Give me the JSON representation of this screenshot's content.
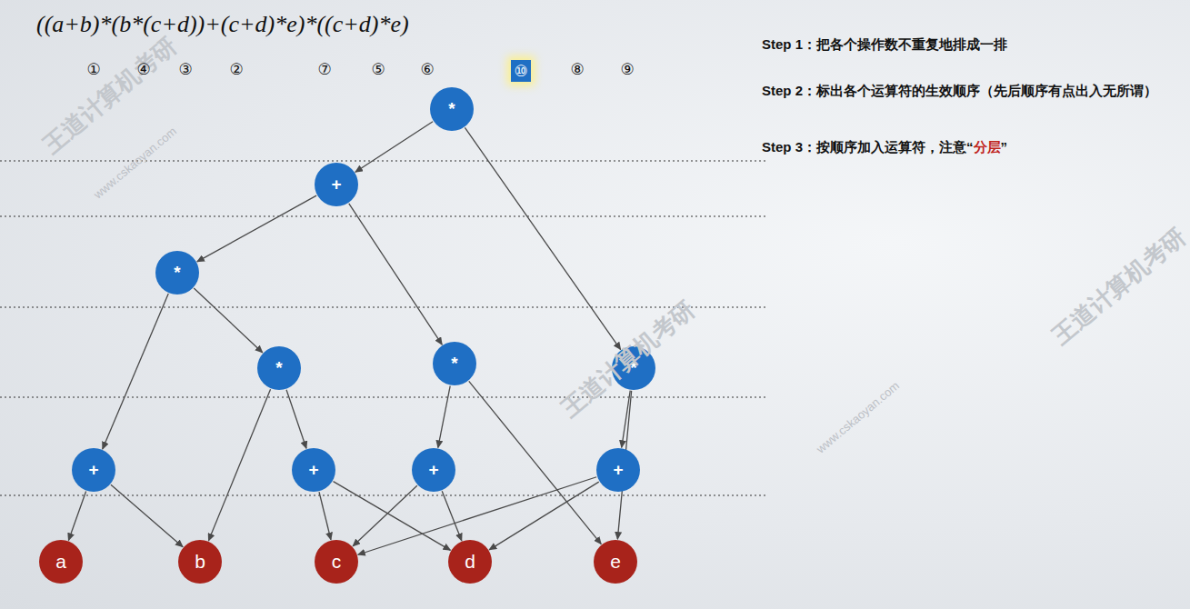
{
  "diagram": {
    "nodes": [
      {
        "text": [
          "*"
        ]
      },
      {
        "text": [
          "+"
        ]
      },
      {
        "text": [
          "*"
        ]
      },
      {
        "text": [
          "*"
        ]
      },
      {
        "text": [
          "*"
        ]
      },
      {
        "text": [
          "*"
        ]
      },
      {
        "text": [
          "+"
        ]
      },
      {
        "text": [
          "+"
        ]
      },
      {
        "text": [
          "+"
        ]
      },
      {
        "text": [
          "+"
        ]
      },
      {
        "text": [
          "a"
        ]
      },
      {
        "text": [
          "b"
        ]
      },
      {
        "text": [
          "c"
        ]
      },
      {
        "text": [
          "d"
        ]
      },
      {
        "text": [
          "e"
        ]
      }
    ],
    "edges": [
      {
        "from": 0,
        "to": 1,
        "arrow": "to"
      },
      {
        "from": 0,
        "to": 5,
        "arrow": "to"
      },
      {
        "from": 1,
        "to": 2,
        "arrow": "to"
      },
      {
        "from": 1,
        "to": 4,
        "arrow": "to"
      },
      {
        "from": 2,
        "to": 6,
        "arrow": "to"
      },
      {
        "from": 2,
        "to": 3,
        "arrow": "to"
      },
      {
        "from": 3,
        "to": 11,
        "arrow": "to"
      },
      {
        "from": 3,
        "to": 7,
        "arrow": "to"
      },
      {
        "from": 4,
        "to": 8,
        "arrow": "to"
      },
      {
        "from": 4,
        "to": 14,
        "arrow": "to"
      },
      {
        "from": 5,
        "to": 9,
        "arrow": "to"
      },
      {
        "from": 5,
        "to": 14,
        "arrow": "to"
      },
      {
        "from": 6,
        "to": 10,
        "arrow": "to"
      },
      {
        "from": 6,
        "to": 11,
        "arrow": "to"
      },
      {
        "from": 7,
        "to": 12,
        "arrow": "to"
      },
      {
        "from": 7,
        "to": 13,
        "arrow": "to"
      },
      {
        "from": 8,
        "to": 12,
        "arrow": "to"
      },
      {
        "from": 8,
        "to": 13,
        "arrow": "to"
      },
      {
        "from": 9,
        "to": 12,
        "arrow": "to"
      },
      {
        "from": 9,
        "to": 13,
        "arrow": "to"
      }
    ],
    "labels": [
      "((a+b)*(b*(c+d))+(c+d)*e)*((c+d)*e)",
      "①",
      "④",
      "③",
      "②",
      "⑦",
      "⑤",
      "⑥",
      "⑩",
      "⑧",
      "⑨",
      "Step 1：把各个操作数不重复地排成一排",
      "Step 2：标出各个运算符的生效顺序（先后顺序有点出入无所谓）",
      "Step 3：按顺序加入运算符，注意“",
      "分层",
      "”",
      "王道计算机考研",
      "王道计算机考研",
      "王道计算机考研",
      "www.cskaoyan.com",
      "www.cskaoyan.com"
    ]
  }
}
